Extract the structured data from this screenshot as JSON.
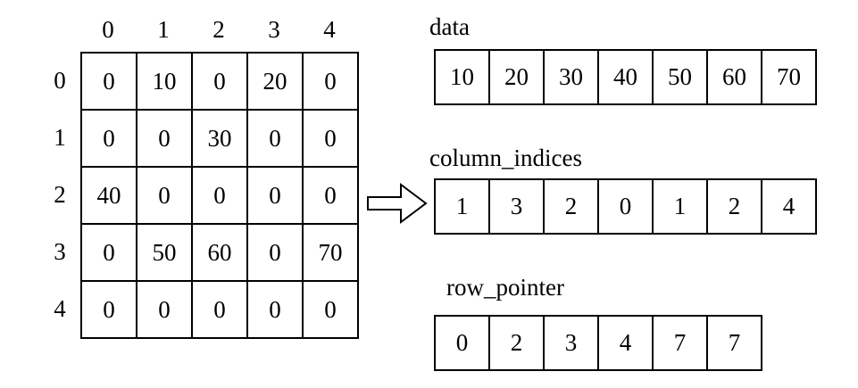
{
  "matrix": {
    "col_headers": [
      "0",
      "1",
      "2",
      "3",
      "4"
    ],
    "row_headers": [
      "0",
      "1",
      "2",
      "3",
      "4"
    ],
    "rows": [
      [
        "0",
        "10",
        "0",
        "20",
        "0"
      ],
      [
        "0",
        "0",
        "30",
        "0",
        "0"
      ],
      [
        "40",
        "0",
        "0",
        "0",
        "0"
      ],
      [
        "0",
        "50",
        "60",
        "0",
        "70"
      ],
      [
        "0",
        "0",
        "0",
        "0",
        "0"
      ]
    ]
  },
  "data_array": {
    "label": "data",
    "values": [
      "10",
      "20",
      "30",
      "40",
      "50",
      "60",
      "70"
    ]
  },
  "column_indices_array": {
    "label": "column_indices",
    "values": [
      "1",
      "3",
      "2",
      "0",
      "1",
      "2",
      "4"
    ]
  },
  "row_pointer_array": {
    "label": "row_pointer",
    "values": [
      "0",
      "2",
      "3",
      "4",
      "7",
      "7"
    ]
  }
}
